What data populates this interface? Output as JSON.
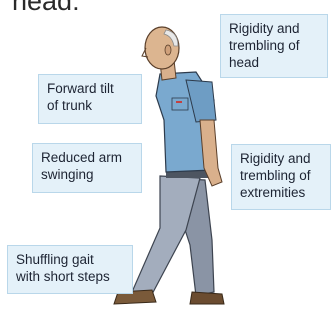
{
  "heading_fragment": "head:",
  "callouts": {
    "head": "Rigidity and\ntrembling of\nhead",
    "trunk": "Forward tilt\nof trunk",
    "arm": "Reduced arm\nswinging",
    "extremities": "Rigidity and\ntrembling of\nextremities",
    "gait": "Shuffling gait\nwith short steps"
  },
  "colors": {
    "callout_fill": "#e4f1f9",
    "callout_border": "#b9d7ea",
    "shirt": "#7aa9cf",
    "trousers": "#9aa4b4",
    "skin": "#d9b08c"
  }
}
